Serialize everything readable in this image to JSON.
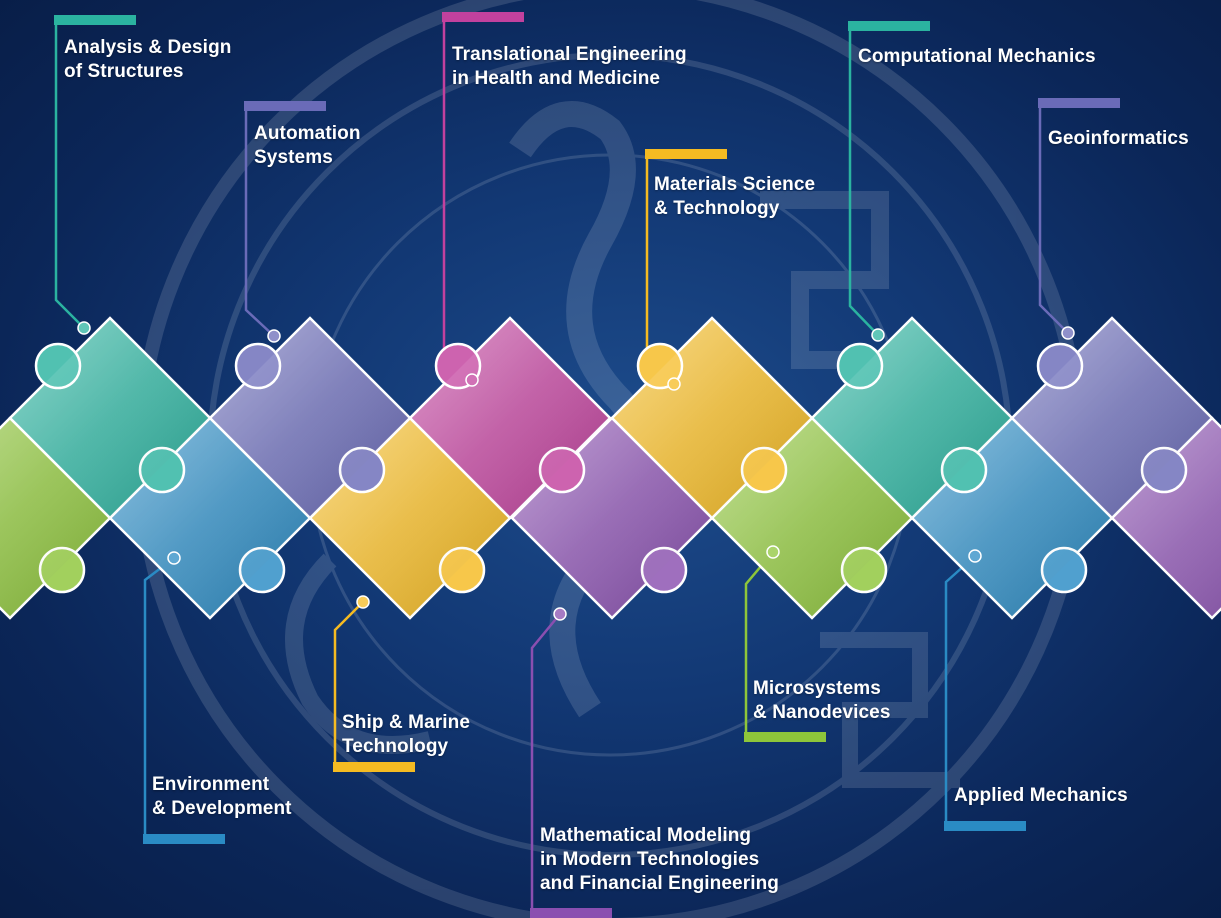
{
  "colors": {
    "teal": "#2bb3a0",
    "indigo": "#6a6bb8",
    "magenta": "#c2419e",
    "yellow": "#f5bb22",
    "green": "#8ec63a",
    "blue": "#2a8bc4",
    "purple": "#8a4fb0"
  },
  "fields": [
    {
      "id": "analysis-design-of-structures",
      "lines": [
        "Analysis & Design",
        "of Structures"
      ],
      "color": "teal"
    },
    {
      "id": "automation-systems",
      "lines": [
        "Automation",
        "Systems"
      ],
      "color": "indigo"
    },
    {
      "id": "translational-engineering",
      "lines": [
        "Translational Engineering",
        "in Health and Medicine"
      ],
      "color": "magenta"
    },
    {
      "id": "materials-science-technology",
      "lines": [
        "Materials Science",
        "& Technology"
      ],
      "color": "yellow"
    },
    {
      "id": "computational-mechanics",
      "lines": [
        "Computational Mechanics"
      ],
      "color": "teal"
    },
    {
      "id": "geoinformatics",
      "lines": [
        "Geoinformatics"
      ],
      "color": "indigo"
    },
    {
      "id": "environment-development",
      "lines": [
        "Environment",
        "& Development"
      ],
      "color": "blue"
    },
    {
      "id": "ship-marine-technology",
      "lines": [
        "Ship & Marine",
        "Technology"
      ],
      "color": "yellow"
    },
    {
      "id": "mathematical-modeling",
      "lines": [
        "Mathematical Modeling",
        "in Modern Technologies",
        "and Financial Engineering"
      ],
      "color": "purple"
    },
    {
      "id": "microsystems-nanodevices",
      "lines": [
        "Microsystems",
        "& Nanodevices"
      ],
      "color": "green"
    },
    {
      "id": "applied-mechanics",
      "lines": [
        "Applied Mechanics"
      ],
      "color": "blue"
    }
  ],
  "pieces": {
    "top": [
      "teal",
      "indigo",
      "magenta",
      "yellow",
      "teal",
      "indigo"
    ],
    "bottom": [
      "green",
      "blue",
      "yellow",
      "purple",
      "green",
      "blue",
      "purple"
    ]
  }
}
